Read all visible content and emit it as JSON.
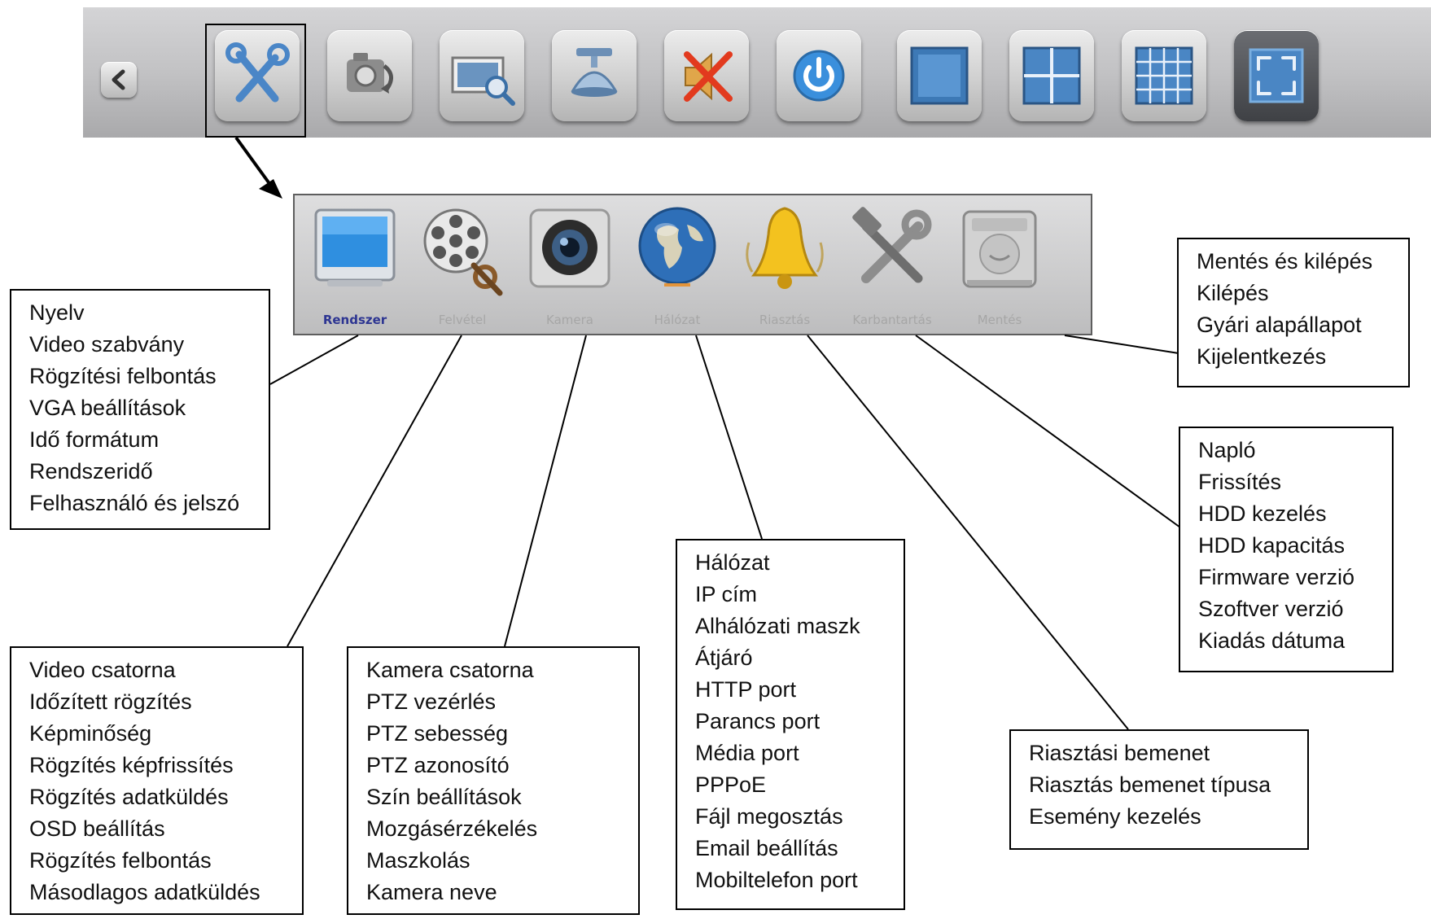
{
  "toolbar": {
    "back_button": "chevron-left-icon",
    "buttons": [
      {
        "icon": "settings-tools-icon",
        "selected": true
      },
      {
        "icon": "camera-rotate-icon"
      },
      {
        "icon": "video-search-icon"
      },
      {
        "icon": "ptz-camera-icon"
      },
      {
        "icon": "mute-speaker-icon"
      },
      {
        "icon": "power-icon"
      },
      {
        "icon": "layout-single-icon"
      },
      {
        "icon": "layout-quad-icon"
      },
      {
        "icon": "layout-grid-icon"
      },
      {
        "icon": "fullscreen-icon"
      }
    ]
  },
  "menu": {
    "items": [
      {
        "label": "Rendszer",
        "icon": "monitor-icon",
        "active": true
      },
      {
        "label": "Felvétel",
        "icon": "film-reel-search-icon"
      },
      {
        "label": "Kamera",
        "icon": "camera-lens-icon"
      },
      {
        "label": "Hálózat",
        "icon": "globe-icon"
      },
      {
        "label": "Riasztás",
        "icon": "bell-icon"
      },
      {
        "label": "Karbantartás",
        "icon": "wrench-hammer-icon"
      },
      {
        "label": "Mentés",
        "icon": "hard-drive-icon"
      }
    ]
  },
  "callouts": {
    "rendszer": [
      "Nyelv",
      "Video szabvány",
      "Rögzítési felbontás",
      "VGA beállítások",
      "Idő formátum",
      "Rendszeridő",
      "Felhasználó és jelszó"
    ],
    "felvetel": [
      "Video csatorna",
      "Időzített rögzítés",
      "Képminőség",
      "Rögzítés képfrissítés",
      "Rögzítés adatküldés",
      "OSD beállítás",
      "Rögzítés felbontás",
      "Másodlagos adatküldés"
    ],
    "kamera": [
      "Kamera csatorna",
      "PTZ vezérlés",
      "PTZ sebesség",
      "PTZ azonosító",
      "Szín beállítások",
      "Mozgásérzékelés",
      "Maszkolás",
      "Kamera neve"
    ],
    "halozat": [
      "Hálózat",
      "IP cím",
      "Alhálózati maszk",
      "Átjáró",
      "HTTP port",
      "Parancs port",
      "Média port",
      "PPPoE",
      "Fájl megosztás",
      "Email beállítás",
      "Mobiltelefon port"
    ],
    "riasztas": [
      "Riasztási bemenet",
      "Riasztás bemenet típusa",
      "Esemény kezelés"
    ],
    "karbantartas": [
      "Napló",
      "Frissítés",
      "HDD kezelés",
      "HDD kapacitás",
      "Firmware verzió",
      "Szoftver verzió",
      "Kiadás dátuma"
    ],
    "mentes": [
      "Mentés és kilépés",
      "Kilépés",
      "Gyári alapállapot",
      "Kijelentkezés"
    ]
  }
}
